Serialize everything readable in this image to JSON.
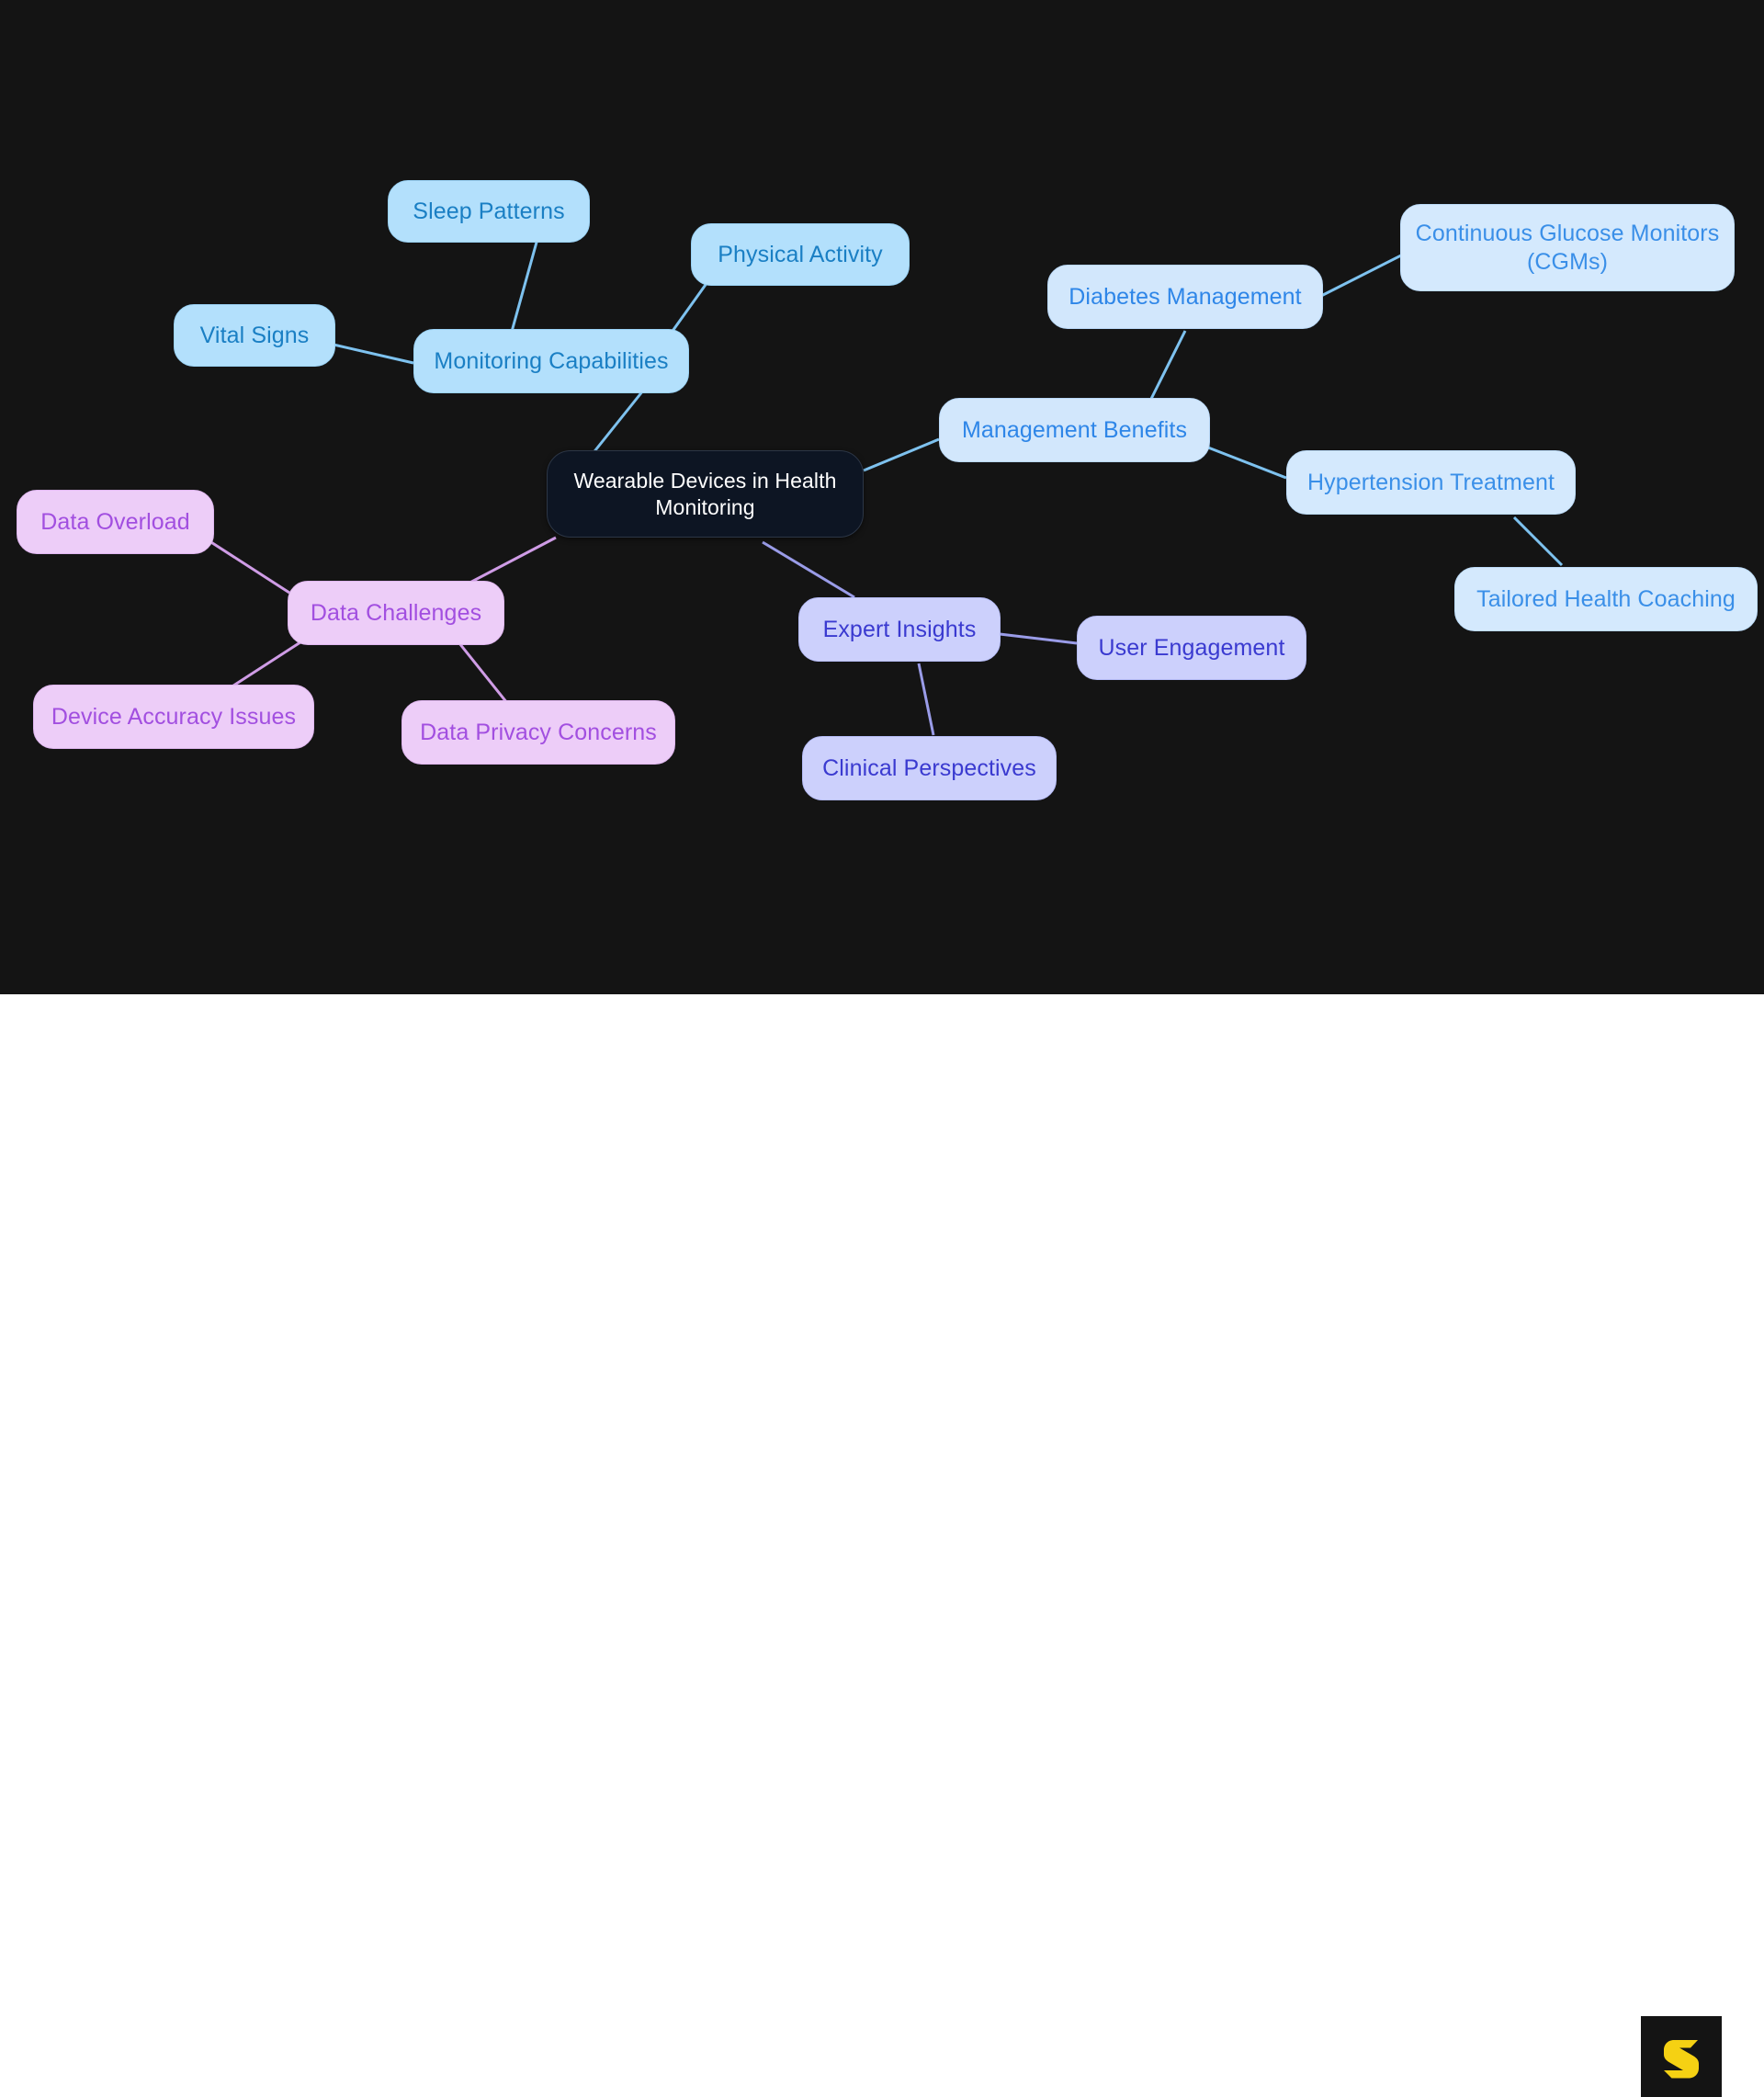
{
  "canvas": {
    "background": "#141414",
    "footer_background": "#ffffff"
  },
  "logo": {
    "name": "scispace-s-logo",
    "letter": "S",
    "color": "#f5d113",
    "background": "#141414"
  },
  "mindmap": {
    "type": "mindmap",
    "root": {
      "id": "root",
      "label": "Wearable Devices in Health Monitoring",
      "fill": "#0d1523",
      "text_color": "#ffffff"
    },
    "branches": [
      {
        "id": "monitoring-capabilities",
        "label": "Monitoring Capabilities",
        "fill": "#b3e0fc",
        "text_color": "#1a7fc4",
        "children": [
          {
            "id": "sleep-patterns",
            "label": "Sleep Patterns",
            "fill": "#b3e0fc",
            "text_color": "#1a7fc4"
          },
          {
            "id": "physical-activity",
            "label": "Physical Activity",
            "fill": "#b3e0fc",
            "text_color": "#1a7fc4"
          },
          {
            "id": "vital-signs",
            "label": "Vital Signs",
            "fill": "#b3e0fc",
            "text_color": "#1a7fc4"
          }
        ]
      },
      {
        "id": "management-benefits",
        "label": "Management Benefits",
        "fill": "#d2e7fc",
        "text_color": "#2e86e8",
        "children": [
          {
            "id": "diabetes-management",
            "label": "Diabetes Management",
            "fill": "#d2e7fc",
            "text_color": "#2e86e8"
          },
          {
            "id": "continuous-glucose-monitors",
            "label": "Continuous Glucose Monitors (CGMs)",
            "fill": "#d4e9fd",
            "text_color": "#3a8fe8"
          },
          {
            "id": "hypertension-treatment",
            "label": "Hypertension Treatment",
            "fill": "#d4e9fd",
            "text_color": "#3a8fe8"
          },
          {
            "id": "tailored-health-coaching",
            "label": "Tailored Health Coaching",
            "fill": "#d4e9fd",
            "text_color": "#3a8fe8"
          }
        ]
      },
      {
        "id": "data-challenges",
        "label": "Data Challenges",
        "fill": "#edcdf8",
        "text_color": "#a24fe0",
        "children": [
          {
            "id": "data-overload",
            "label": "Data Overload",
            "fill": "#edcdf8",
            "text_color": "#a24fe0"
          },
          {
            "id": "device-accuracy-issues",
            "label": "Device Accuracy Issues",
            "fill": "#edcdf8",
            "text_color": "#a24fe0"
          },
          {
            "id": "data-privacy-concerns",
            "label": "Data Privacy Concerns",
            "fill": "#edcdf8",
            "text_color": "#a24fe0"
          }
        ]
      },
      {
        "id": "expert-insights",
        "label": "Expert Insights",
        "fill": "#ccd0fc",
        "text_color": "#3a3ad0",
        "children": [
          {
            "id": "user-engagement",
            "label": "User Engagement",
            "fill": "#ccd0fc",
            "text_color": "#3a3ad0"
          },
          {
            "id": "clinical-perspectives",
            "label": "Clinical Perspectives",
            "fill": "#ccd0fc",
            "text_color": "#3a3ad0"
          }
        ]
      }
    ],
    "nodes": {
      "root": "Wearable Devices in Health\nMonitoring",
      "sleep_patterns": "Sleep Patterns",
      "physical_activity": "Physical Activity",
      "vital_signs": "Vital Signs",
      "monitoring_capabilities": "Monitoring Capabilities",
      "diabetes_management": "Diabetes Management",
      "continuous_glucose_monitors": "Continuous Glucose Monitors\n(CGMs)",
      "management_benefits": "Management Benefits",
      "hypertension_treatment": "Hypertension Treatment",
      "tailored_health_coaching": "Tailored Health Coaching",
      "data_overload": "Data Overload",
      "data_challenges": "Data Challenges",
      "device_accuracy_issues": "Device Accuracy Issues",
      "data_privacy_concerns": "Data Privacy Concerns",
      "expert_insights": "Expert Insights",
      "user_engagement": "User Engagement",
      "clinical_perspectives": "Clinical Perspectives"
    },
    "edges": [
      {
        "from": "root",
        "to": "monitoring_capabilities",
        "color": "#7ec2ef"
      },
      {
        "from": "monitoring_capabilities",
        "to": "sleep_patterns",
        "color": "#7ec2ef"
      },
      {
        "from": "monitoring_capabilities",
        "to": "physical_activity",
        "color": "#7ec2ef"
      },
      {
        "from": "monitoring_capabilities",
        "to": "vital_signs",
        "color": "#7ec2ef"
      },
      {
        "from": "root",
        "to": "management_benefits",
        "color": "#7ec2ef"
      },
      {
        "from": "management_benefits",
        "to": "diabetes_management",
        "color": "#7ec2ef"
      },
      {
        "from": "diabetes_management",
        "to": "continuous_glucose_monitors",
        "color": "#7ec2ef"
      },
      {
        "from": "management_benefits",
        "to": "hypertension_treatment",
        "color": "#7ec2ef"
      },
      {
        "from": "hypertension_treatment",
        "to": "tailored_health_coaching",
        "color": "#7ec2ef"
      },
      {
        "from": "root",
        "to": "data_challenges",
        "color": "#cf9ce6"
      },
      {
        "from": "data_challenges",
        "to": "data_overload",
        "color": "#cf9ce6"
      },
      {
        "from": "data_challenges",
        "to": "device_accuracy_issues",
        "color": "#cf9ce6"
      },
      {
        "from": "data_challenges",
        "to": "data_privacy_concerns",
        "color": "#cf9ce6"
      },
      {
        "from": "root",
        "to": "expert_insights",
        "color": "#9a9ce8"
      },
      {
        "from": "expert_insights",
        "to": "user_engagement",
        "color": "#9a9ce8"
      },
      {
        "from": "expert_insights",
        "to": "clinical_perspectives",
        "color": "#9a9ce8"
      }
    ]
  }
}
